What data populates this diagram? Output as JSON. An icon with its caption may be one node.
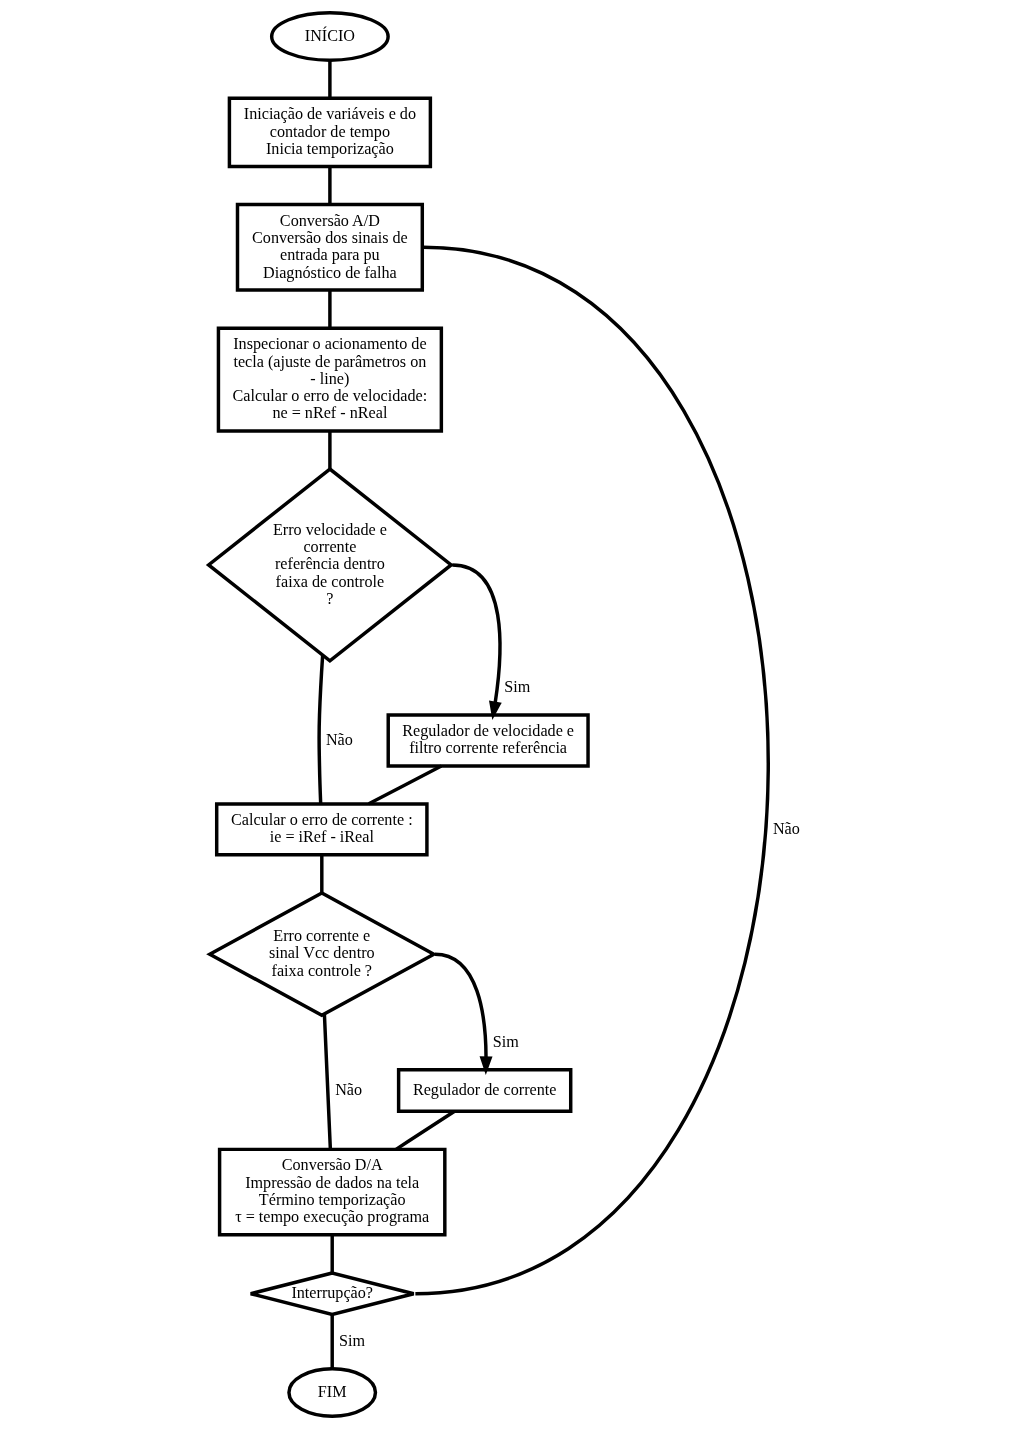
{
  "diagram": {
    "nodes": [
      {
        "text": [
          "INÍCIO"
        ]
      },
      {
        "text": [
          "Iniciação de variáveis e do contador de tempo",
          "Inicia temporização"
        ]
      },
      {
        "text": [
          "Conversão A/D",
          "Conversão dos sinais de entrada para pu",
          "Diagnóstico de falha"
        ]
      },
      {
        "text": [
          "Inspecionar o acionamento de tecla (ajuste de parâmetros on - line)",
          "Calcular o erro de velocidade:",
          "ne = nRef - nReal"
        ]
      },
      {
        "text": [
          "Erro velocidade e corrente referência dentro faixa de controle ?"
        ]
      },
      {
        "text": [
          "Regulador de velocidade e filtro corrente referência"
        ]
      },
      {
        "text": [
          "Calcular o erro de corrente :",
          "ie = iRef - iReal"
        ]
      },
      {
        "text": [
          "Erro corrente e sinal Vcc dentro faixa controle ?"
        ]
      },
      {
        "text": [
          "Regulador de corrente"
        ]
      },
      {
        "text": [
          "Conversão D/A",
          "Impressão de dados na tela",
          "Término temporização",
          "τ = tempo execução programa"
        ]
      },
      {
        "text": [
          "Interrupção?"
        ]
      },
      {
        "text": [
          "FIM"
        ]
      }
    ],
    "edges": [
      {
        "from": 0,
        "to": 1,
        "arrow": "none"
      },
      {
        "from": 1,
        "to": 2,
        "arrow": "none"
      },
      {
        "from": 2,
        "to": 3,
        "arrow": "none"
      },
      {
        "from": 3,
        "to": 4,
        "arrow": "none"
      },
      {
        "from": 4,
        "to": 5,
        "arrow": "to",
        "label": "Sim"
      },
      {
        "from": 4,
        "to": 6,
        "arrow": "none",
        "label": "Não"
      },
      {
        "from": 5,
        "to": 6,
        "arrow": "none"
      },
      {
        "from": 6,
        "to": 7,
        "arrow": "none"
      },
      {
        "from": 7,
        "to": 8,
        "arrow": "to",
        "label": "Sim"
      },
      {
        "from": 7,
        "to": 9,
        "arrow": "none",
        "label": "Não"
      },
      {
        "from": 8,
        "to": 9,
        "arrow": "none"
      },
      {
        "from": 9,
        "to": 10,
        "arrow": "none"
      },
      {
        "from": 10,
        "to": 2,
        "arrow": "none",
        "label": "Não"
      },
      {
        "from": 10,
        "to": 11,
        "arrow": "none",
        "label": "Sim"
      }
    ]
  }
}
